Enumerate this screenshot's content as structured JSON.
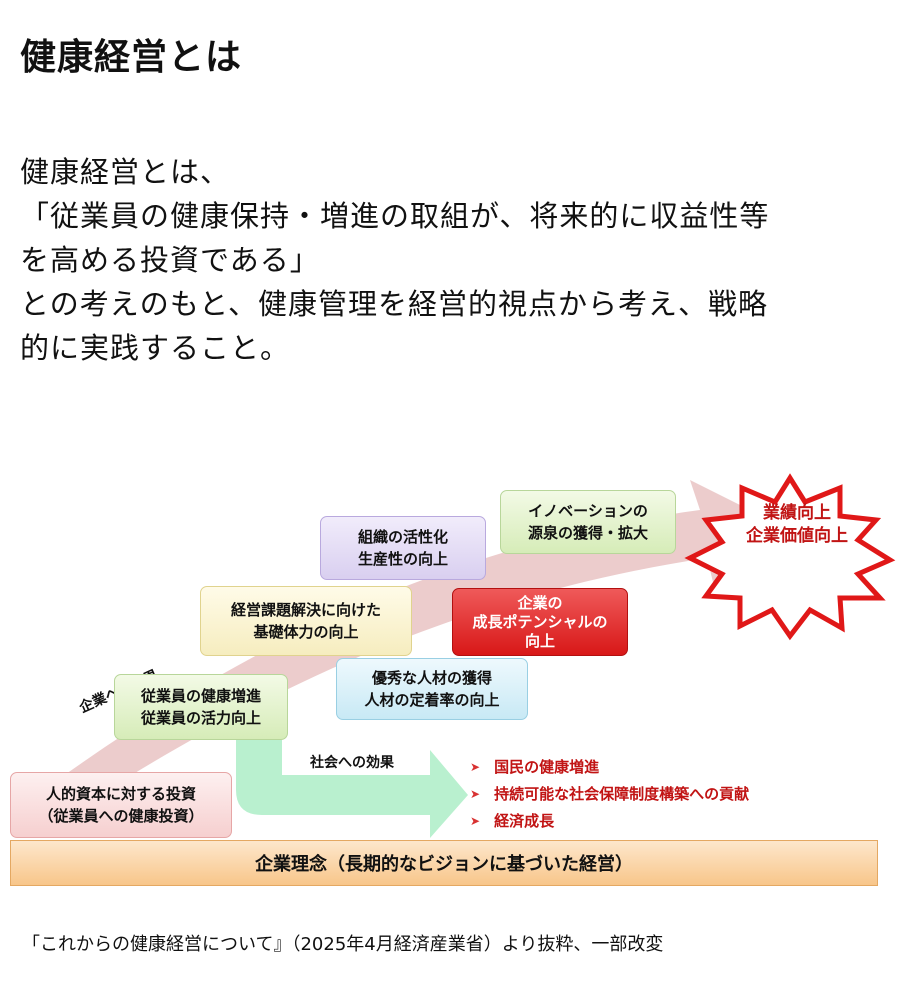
{
  "title": "健康経営とは",
  "intro": {
    "lines": [
      "健康経営とは、",
      "「従業員の健康保持・増進の取組が、将来的に収益性等",
      "を高める投資である」",
      "との考えのもと、健康管理を経営的視点から考え、戦略",
      "的に実践すること。"
    ]
  },
  "diagram": {
    "investment_box": [
      "人的資本に対する投資",
      "（従業員への健康投資）"
    ],
    "base_label": "企業理念（長期的なビジョンに基づいた経営）",
    "corporate_effect_label": "企業への効果",
    "social_effect_label": "社会への効果",
    "steps": {
      "health": [
        "従業員の健康増進",
        "従業員の活力向上"
      ],
      "foundation": [
        "経営課題解決に向けた",
        "基礎体力の向上"
      ],
      "organization": [
        "組織の活性化",
        "生産性の向上"
      ],
      "innovation": [
        "イノベーションの",
        "源泉の獲得・拡大"
      ],
      "talent": [
        "優秀な人材の獲得",
        "人材の定着率の向上"
      ],
      "growth": [
        "企業の",
        "成長ポテンシャルの",
        "向上"
      ]
    },
    "burst": [
      "業績向上",
      "企業価値向上"
    ],
    "social_effects": [
      "国民の健康増進",
      "持続可能な社会保障制度構築への貢献",
      "経済成長"
    ],
    "colors": {
      "red_text": "#c11414",
      "burst_border": "#e01818",
      "arrow_pink": "#e9c3c3",
      "arrow_green": "#b9f0cf"
    }
  },
  "caption": "「これからの健康経営について』（2025年4月経済産業省）より抜粋、一部改変"
}
